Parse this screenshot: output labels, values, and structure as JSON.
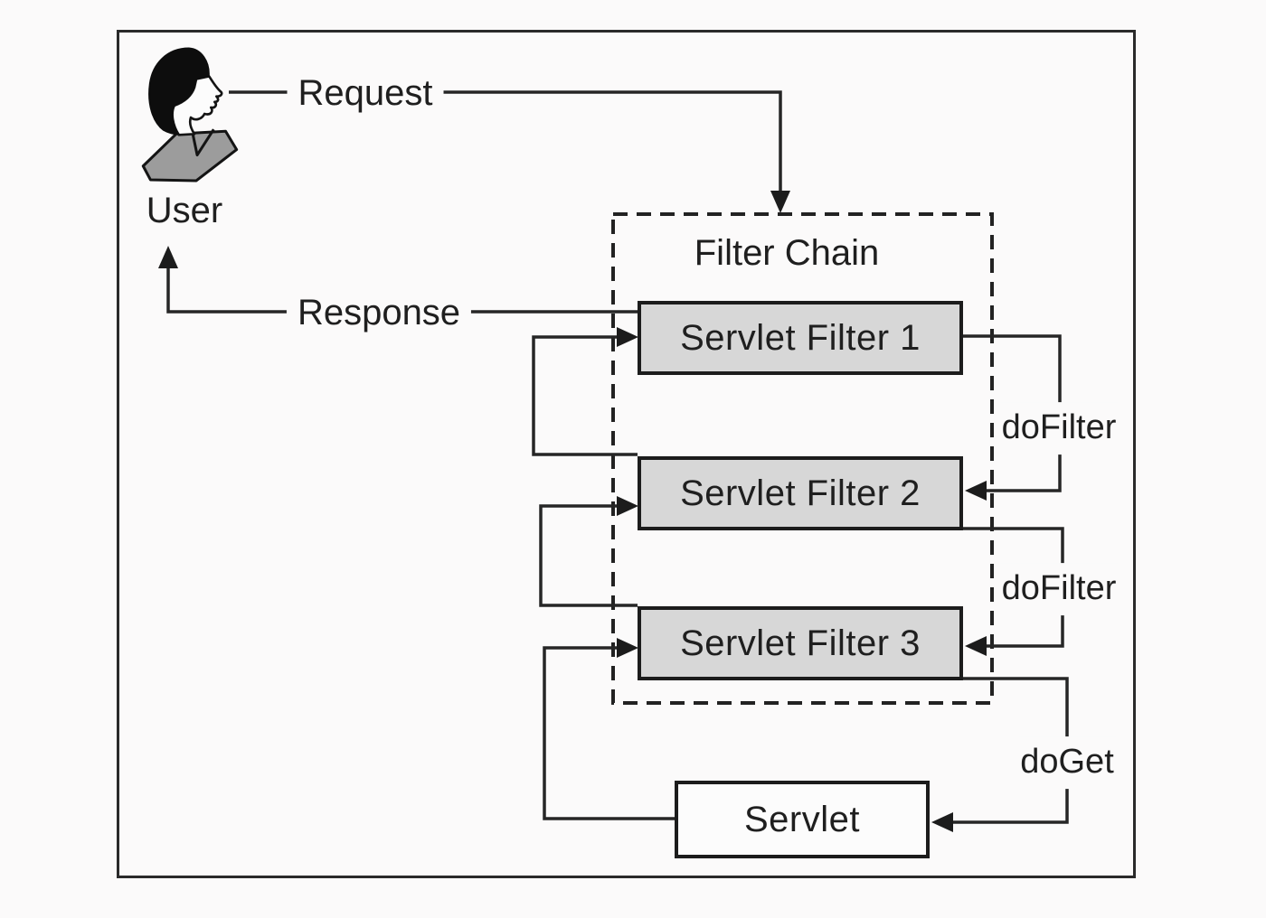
{
  "diagram": {
    "user": {
      "label": "User"
    },
    "flow_labels": {
      "request": "Request",
      "response": "Response"
    },
    "filter_chain": {
      "title": "Filter Chain",
      "filters": [
        {
          "label": "Servlet Filter 1"
        },
        {
          "label": "Servlet Filter 2"
        },
        {
          "label": "Servlet Filter 3"
        }
      ]
    },
    "servlet": {
      "label": "Servlet"
    },
    "method_labels": {
      "do_filter_1": "doFilter",
      "do_filter_2": "doFilter",
      "do_get": "doGet"
    },
    "colors": {
      "background": "#fbfafa",
      "line": "#262626",
      "box_border": "#1c1c1c",
      "filter_box_fill": "#d7d7d7",
      "servlet_box_fill": "#fcfcfc",
      "text": "#1f1f1f",
      "collar_gray": "#9c9c9c"
    }
  }
}
